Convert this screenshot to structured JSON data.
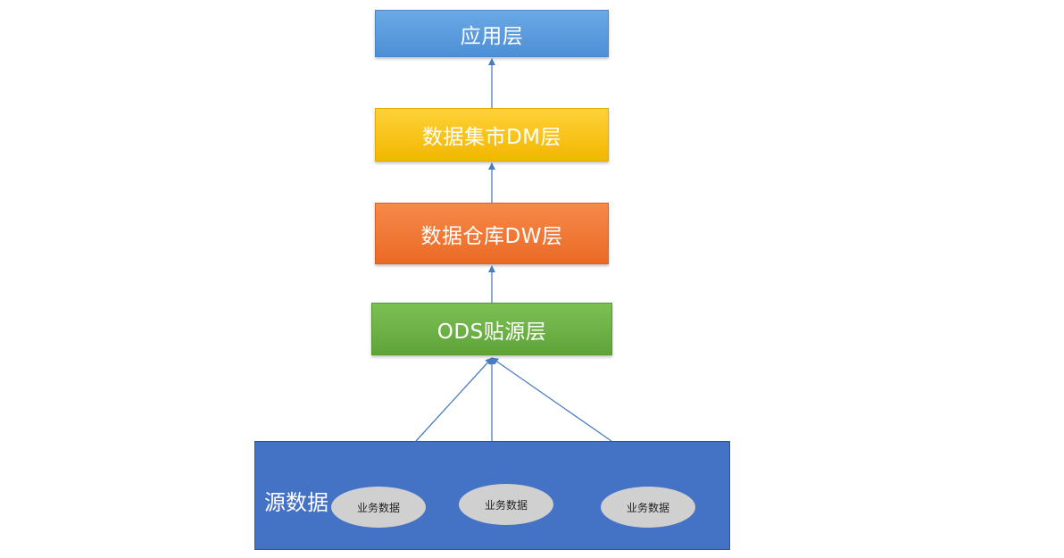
{
  "layers": {
    "app": "应用层",
    "dm": "数据集市DM层",
    "dw": "数据仓库DW层",
    "ods": "ODS贴源层"
  },
  "source": {
    "label": "源数据",
    "items": [
      "业务数据",
      "业务数据",
      "业务数据"
    ]
  },
  "colors": {
    "app": "#5b9bd5",
    "dm": "#ffc000",
    "dw": "#ed7d31",
    "ods": "#70ad47",
    "source": "#4472c4",
    "ellipse": "#d0d0d0",
    "arrow": "#4a7cc4"
  }
}
